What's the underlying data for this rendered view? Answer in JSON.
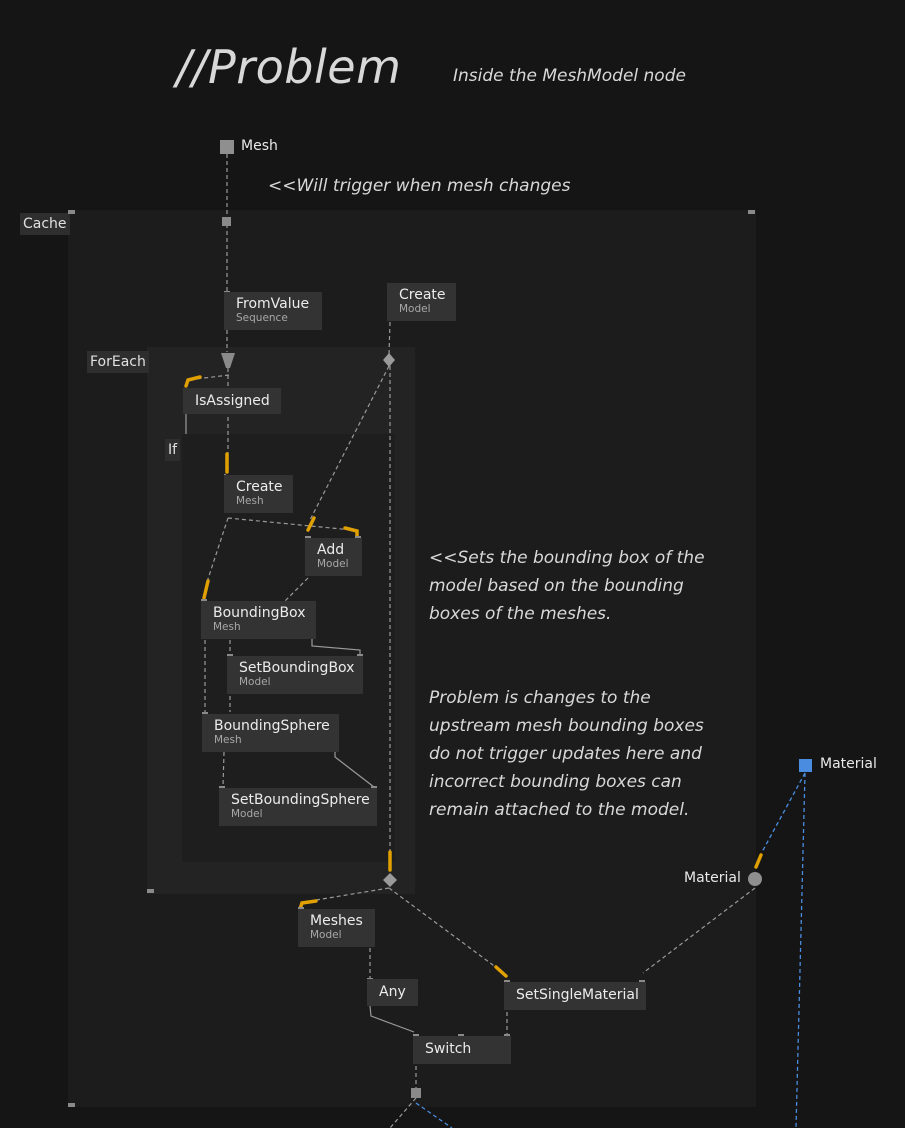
{
  "header": {
    "title": "//Problem",
    "subtitle": "Inside the MeshModel node"
  },
  "comments": {
    "trigger": "<<Will trigger when mesh changes",
    "bounding_box_lines": [
      "<<Sets the bounding box of the",
      "model based on the bounding",
      "boxes of the meshes."
    ],
    "problem_lines": [
      "Problem is changes to the",
      "upstream mesh bounding boxes",
      "do not trigger updates here and",
      "incorrect bounding boxes can",
      "remain attached to the model."
    ]
  },
  "inputs": {
    "mesh": "Mesh",
    "material_outer": "Material",
    "material_inner": "Material"
  },
  "regions": {
    "cache": "Cache",
    "foreach": "ForEach",
    "if": "If"
  },
  "nodes": {
    "from_value": {
      "name": "FromValue",
      "type": "Sequence"
    },
    "create_model": {
      "name": "Create",
      "type": "Model"
    },
    "is_assigned": {
      "name": "IsAssigned"
    },
    "create_mesh": {
      "name": "Create",
      "type": "Mesh"
    },
    "add_model": {
      "name": "Add",
      "type": "Model"
    },
    "bounding_box": {
      "name": "BoundingBox",
      "type": "Mesh"
    },
    "set_bounding_box": {
      "name": "SetBoundingBox",
      "type": "Model"
    },
    "bounding_sphere": {
      "name": "BoundingSphere",
      "type": "Mesh"
    },
    "set_bounding_sphere": {
      "name": "SetBoundingSphere",
      "type": "Model"
    },
    "meshes_model": {
      "name": "Meshes",
      "type": "Model"
    },
    "any": {
      "name": "Any"
    },
    "set_single_material": {
      "name": "SetSingleMaterial"
    },
    "switch": {
      "name": "Switch"
    }
  },
  "colors": {
    "background": "#151515",
    "cache_region": "#1c1c1c",
    "foreach_region": "#232323",
    "node": "#333333",
    "wire": "#9a9a9a",
    "connector_highlight": "#e0a000",
    "material_wire": "#4a8de0"
  }
}
